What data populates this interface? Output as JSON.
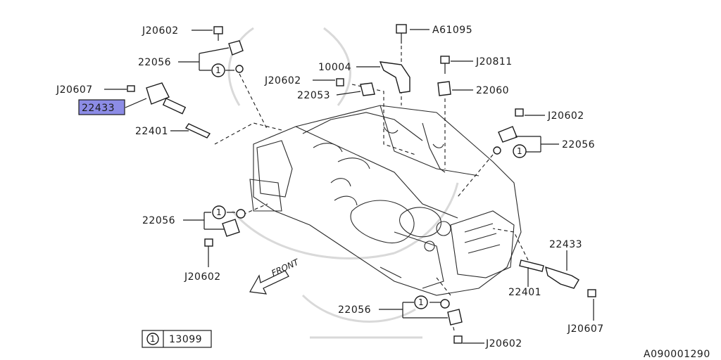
{
  "labels": {
    "j20602_top": "J20602",
    "p22056_top": "22056",
    "j20607_left": "J20607",
    "p22433_left": "22433",
    "p22401_left": "22401",
    "a61095": "A61095",
    "p10004": "10004",
    "j20602_mid": "J20602",
    "p22053": "22053",
    "j20811": "J20811",
    "p22060": "22060",
    "j20602_right": "J20602",
    "p22056_right": "22056",
    "p22056_left": "22056",
    "j20602_left": "J20602",
    "p22433_right": "22433",
    "p22401_right": "22401",
    "p22056_bottom": "22056",
    "j20607_right": "J20607",
    "j20602_bottom": "J20602"
  },
  "callout": "1",
  "front_label": "FRONT",
  "legend": {
    "number": "1",
    "part": "13099"
  },
  "diagram_id": "A090001290",
  "highlight_color": "#8c8ce6"
}
